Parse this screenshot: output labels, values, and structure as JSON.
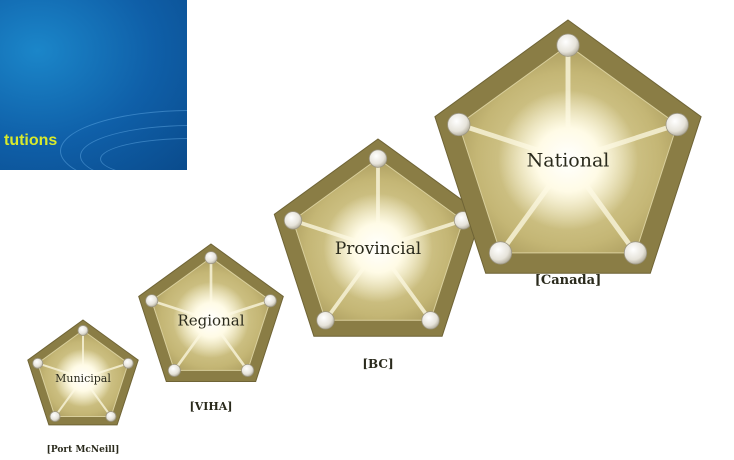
{
  "banner": {
    "text": "tutions"
  },
  "levels": [
    {
      "key": "municipal",
      "label": "Municipal",
      "place": "[Port McNeill]"
    },
    {
      "key": "regional",
      "label": "Regional",
      "place": "[VIHA]"
    },
    {
      "key": "provincial",
      "label": "Provincial",
      "place": "[BC]"
    },
    {
      "key": "national",
      "label": "National",
      "place": "[Canada]"
    }
  ],
  "colors": {
    "pentagon_outer": "#8a7d45",
    "pentagon_fill": "#c4b675",
    "center_glow": "#fffbe6",
    "spoke": "#efe9c8",
    "banner_bg": "#0f5fa8",
    "banner_text": "#d8ea2c"
  }
}
